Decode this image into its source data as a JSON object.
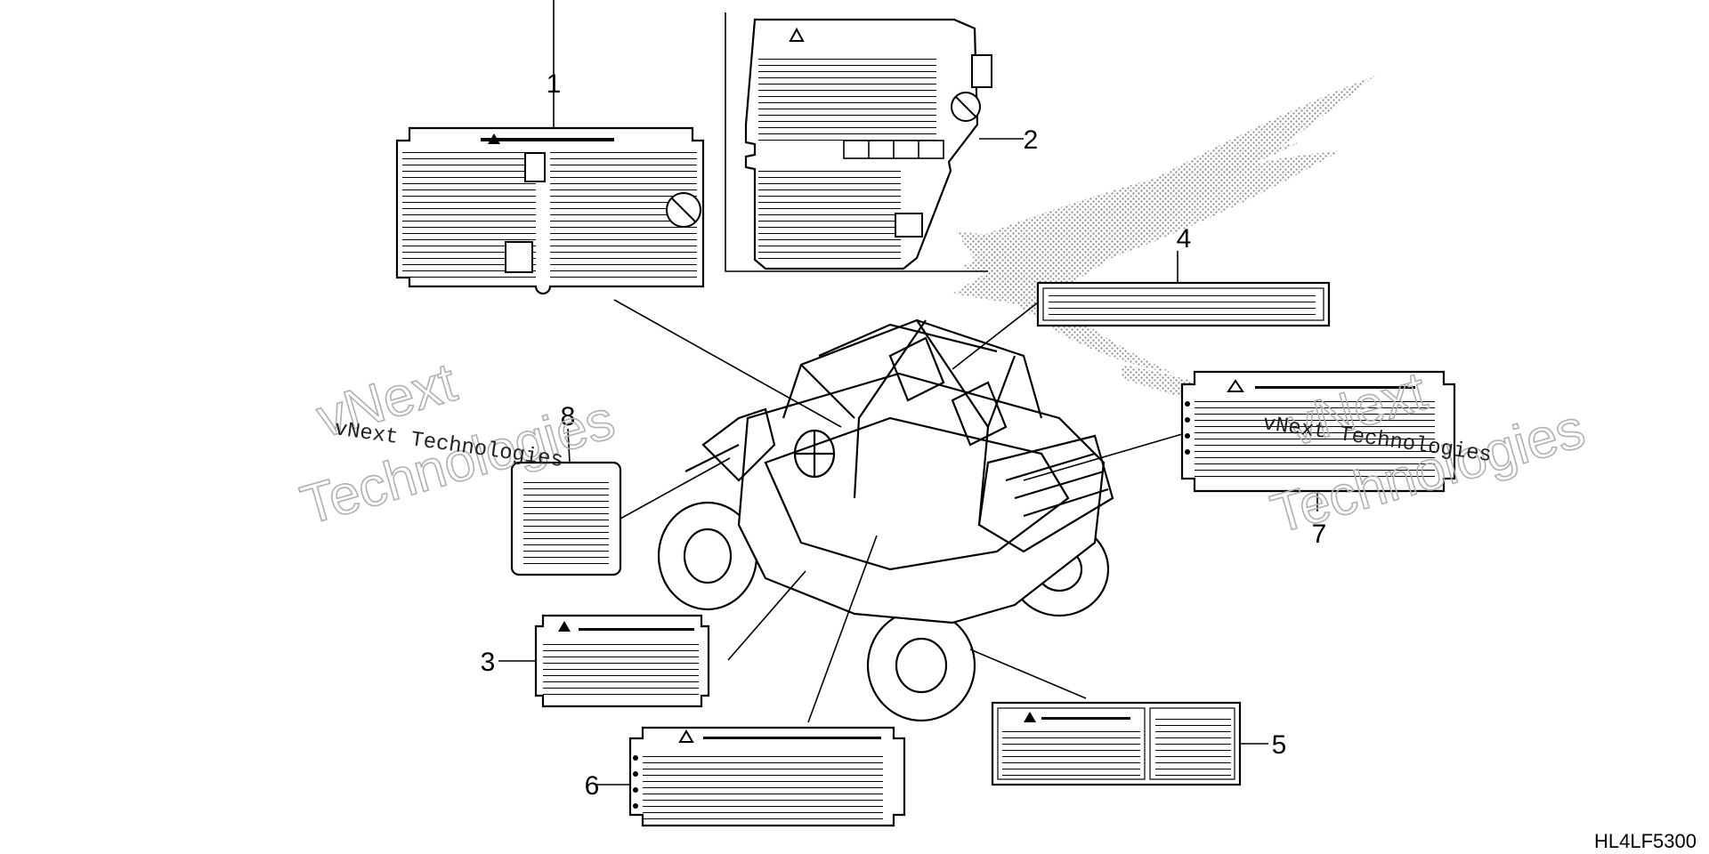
{
  "diagram": {
    "drawing_code": "HL4LF5300",
    "callouts": [
      {
        "id": "1",
        "text": "1"
      },
      {
        "id": "2",
        "text": "2"
      },
      {
        "id": "3",
        "text": "3"
      },
      {
        "id": "4",
        "text": "4"
      },
      {
        "id": "5",
        "text": "5"
      },
      {
        "id": "6",
        "text": "6"
      },
      {
        "id": "7",
        "text": "7"
      },
      {
        "id": "8",
        "text": "8"
      }
    ],
    "watermarks": [
      {
        "line1": "vNext",
        "line2": "Technologies",
        "small": "vNext Technologies"
      },
      {
        "line1": "vNext",
        "line2": "Technologies",
        "small": "vNext Technologies"
      }
    ]
  }
}
